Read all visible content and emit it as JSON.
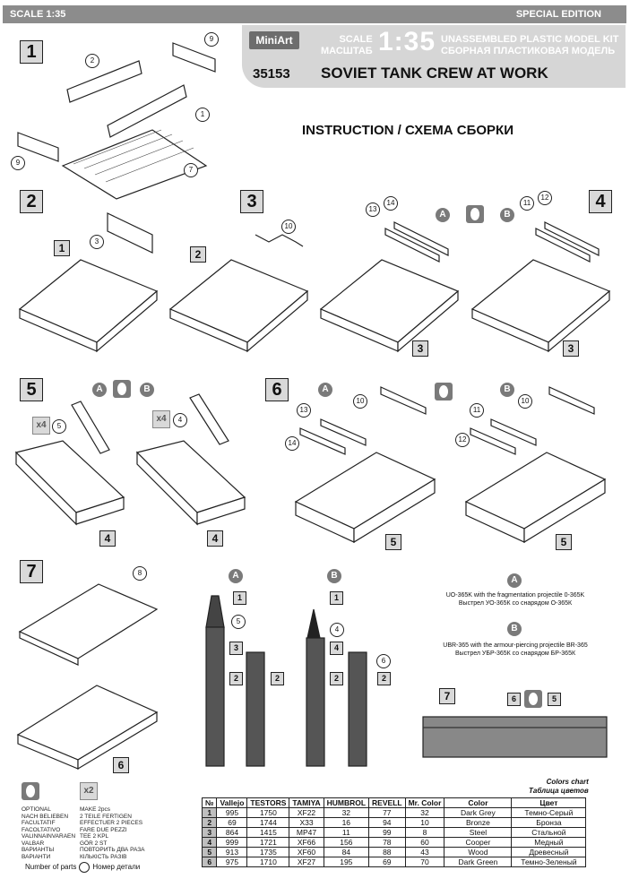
{
  "topbar": {
    "scale": "SCALE 1:35",
    "edition": "SPECIAL EDITION"
  },
  "header": {
    "brand": "MiniArt",
    "code": "35153",
    "scale_en": "SCALE",
    "scale_ru": "МАСШТАБ",
    "scale_value": "1:35",
    "kit_en": "UNASSEMBLED PLASTIC MODEL KIT",
    "kit_ru": "СБОРНАЯ ПЛАСТИКОВАЯ МОДЕЛЬ",
    "title": "SOVIET TANK CREW AT WORK"
  },
  "instruction": "INSTRUCTION / СХЕМА СБОРКИ",
  "steps": [
    "1",
    "2",
    "3",
    "4",
    "5",
    "6",
    "7"
  ],
  "variant_a": "A",
  "variant_b": "B",
  "multiplier": "x4",
  "multiplier2": "x2",
  "desc_a": {
    "en": "UO-365K with the fragmentation projectile 0-365K",
    "ru": "Выстрел УО-365К со снарядом О-365К"
  },
  "desc_b": {
    "en": "UBR-365 with the armour-piercing projectile BR-365",
    "ru": "Выстрел УБР-365К со снарядом БР-365К"
  },
  "legend_optional": [
    "OPTIONAL",
    "NACH BELIEBEN",
    "FACULTATIF",
    "FACOLTATIVO",
    "VALINNAINVARAEN",
    "VALBAR",
    "ВАРИАНТЫ",
    "ВАРІАНТИ"
  ],
  "legend_make2": [
    "MAKE 2pcs",
    "2 TEILE FERTIGEN",
    "EFFECTUER 2 PIECES",
    "FARE DUE PEZZI",
    "TEE 2 KPL",
    "GÖR 2 ST",
    "ПОВТОРИТЬ ДВА РАЗА",
    "КІЛЬКІСТЬ РАЗІВ"
  ],
  "number_of_parts": {
    "en": "Number of parts",
    "ru": "Номер детали"
  },
  "colors_chart": {
    "caption_en": "Colors chart",
    "caption_ru": "Таблица цветов",
    "headers": [
      "№",
      "Vallejo",
      "TESTORS",
      "TAMIYA",
      "HUMBROL",
      "REVELL",
      "Mr. Color",
      "Color",
      "Цвет"
    ],
    "rows": [
      [
        "1",
        "995",
        "1750",
        "XF22",
        "32",
        "77",
        "32",
        "Dark Grey",
        "Темно-Серый"
      ],
      [
        "2",
        "69",
        "1744",
        "X33",
        "16",
        "94",
        "10",
        "Bronze",
        "Бронза"
      ],
      [
        "3",
        "864",
        "1415",
        "MP47",
        "11",
        "99",
        "8",
        "Steel",
        "Стальной"
      ],
      [
        "4",
        "999",
        "1721",
        "XF66",
        "156",
        "78",
        "60",
        "Cooper",
        "Медный"
      ],
      [
        "5",
        "913",
        "1735",
        "XF60",
        "84",
        "88",
        "43",
        "Wood",
        "Древесный"
      ],
      [
        "6",
        "975",
        "1710",
        "XF27",
        "195",
        "69",
        "70",
        "Dark Green",
        "Темно-Зеленый"
      ]
    ]
  },
  "part_numbers": {
    "s1": [
      "9",
      "2",
      "1",
      "9",
      "7"
    ],
    "s2": [
      "3",
      "1"
    ],
    "s3": [
      "10",
      "2"
    ],
    "s3b": [
      "13",
      "14",
      "3"
    ],
    "s4": [
      "11",
      "12",
      "3"
    ],
    "s5": [
      "5",
      "4",
      "4",
      "4"
    ],
    "s6": [
      "13",
      "10",
      "14",
      "5",
      "11",
      "10",
      "12",
      "5"
    ],
    "s7": [
      "8",
      "6"
    ],
    "shell_a": [
      "1",
      "5",
      "3",
      "2",
      "2"
    ],
    "shell_b": [
      "1",
      "4",
      "4",
      "6",
      "2",
      "2"
    ],
    "box_bottom": [
      "7",
      "6",
      "5"
    ]
  }
}
